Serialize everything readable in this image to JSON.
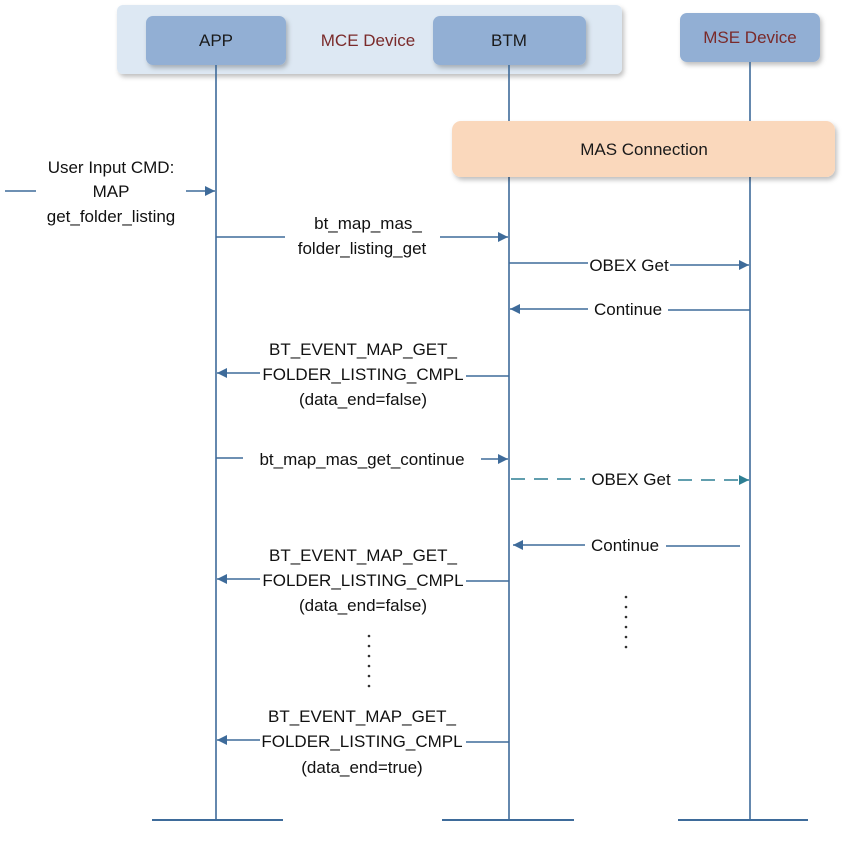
{
  "group": {
    "label": "MCE Device"
  },
  "participants": {
    "app": "APP",
    "btm": "BTM",
    "mse": "MSE Device"
  },
  "mas_connection": "MAS Connection",
  "messages": {
    "user_input": [
      "User Input CMD:",
      "MAP",
      "get_folder_listing"
    ],
    "folder_listing_get": [
      "bt_map_mas_",
      "folder_listing_get"
    ],
    "obex_get_1": "OBEX Get",
    "continue_1": "Continue",
    "event_1": [
      "BT_EVENT_MAP_GET_",
      "FOLDER_LISTING_CMPL",
      "(data_end=false)"
    ],
    "get_continue": "bt_map_mas_get_continue",
    "obex_get_2": "OBEX Get",
    "continue_2": "Continue",
    "event_2": [
      "BT_EVENT_MAP_GET_",
      "FOLDER_LISTING_CMPL",
      "(data_end=false)"
    ],
    "event_3": [
      "BT_EVENT_MAP_GET_",
      "FOLDER_LISTING_CMPL",
      "(data_end=true)"
    ]
  },
  "colors": {
    "group_fill": "#dde8f3",
    "participant_fill": "#92afd4",
    "mas_fill": "#fad8bc",
    "line": "#3e6b9a",
    "dashed": "#2d7f93"
  }
}
